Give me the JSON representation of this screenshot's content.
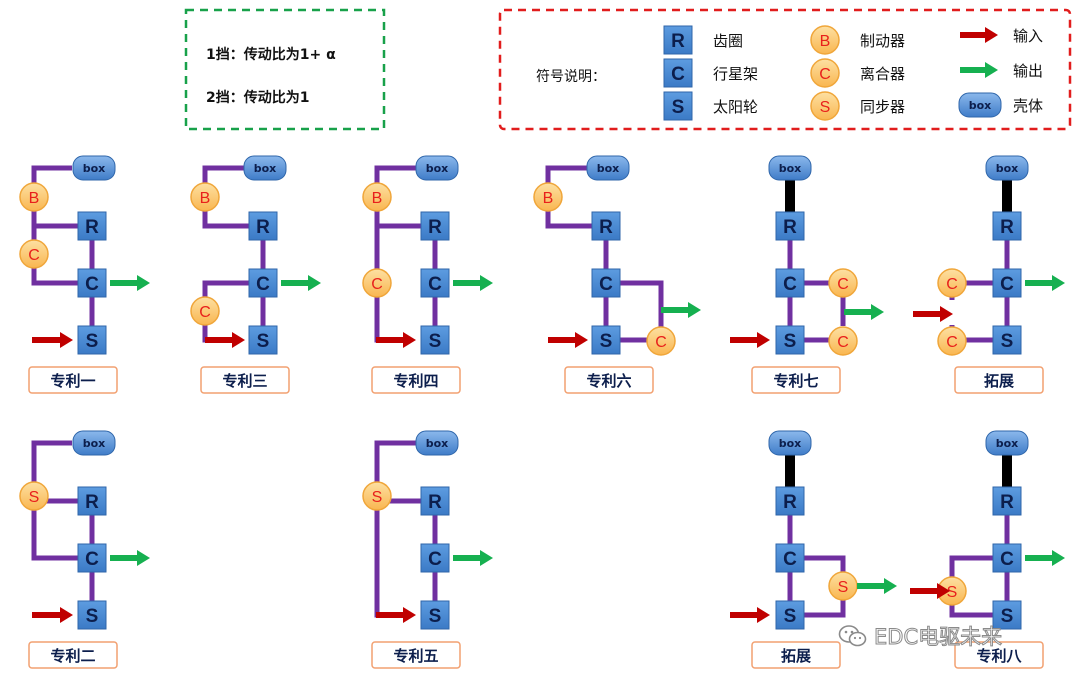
{
  "gear_box": {
    "line1": "1挡：传动比为1+ α",
    "line2": "2挡：传动比为1"
  },
  "legend": {
    "title": "符号说明：",
    "items": [
      {
        "symbol": "R",
        "kind": "square",
        "label": "齿圈"
      },
      {
        "symbol": "C",
        "kind": "square",
        "label": "行星架"
      },
      {
        "symbol": "S",
        "kind": "square",
        "label": "太阳轮"
      },
      {
        "symbol": "B",
        "kind": "circle",
        "label": "制动器"
      },
      {
        "symbol": "C",
        "kind": "circle",
        "label": "离合器"
      },
      {
        "symbol": "S",
        "kind": "circle",
        "label": "同步器"
      },
      {
        "symbol": "",
        "kind": "arrow-red",
        "label": "输入"
      },
      {
        "symbol": "",
        "kind": "arrow-green",
        "label": "输出"
      },
      {
        "symbol": "box",
        "kind": "housing",
        "label": "壳体"
      }
    ]
  },
  "node_text": {
    "R": "R",
    "C": "C",
    "S": "S",
    "box": "box",
    "B": "B",
    "CL": "C",
    "SY": "S"
  },
  "diagrams": [
    {
      "id": "p1",
      "caption": "专利一"
    },
    {
      "id": "p3",
      "caption": "专利三"
    },
    {
      "id": "p4",
      "caption": "专利四"
    },
    {
      "id": "p6",
      "caption": "专利六"
    },
    {
      "id": "p7",
      "caption": "专利七"
    },
    {
      "id": "ext1",
      "caption": "拓展"
    },
    {
      "id": "p2",
      "caption": "专利二"
    },
    {
      "id": "p5",
      "caption": "专利五"
    },
    {
      "id": "ext2",
      "caption": "拓展"
    },
    {
      "id": "p8",
      "caption": "专利八"
    }
  ],
  "watermark": "EDC电驱未来",
  "colors": {
    "purple": "#7030a0",
    "gear_blue": "#4f8fd6",
    "gear_text": "#0c1e4c",
    "orange_fill": "#fcc870",
    "orange_stroke": "#f0a63a",
    "red_text": "#e8201c",
    "input_arrow": "#c00000",
    "output_arrow": "#16b050",
    "caption_border": "#f2a070",
    "green_dash": "#18a14a",
    "red_dash": "#e11d1d"
  }
}
